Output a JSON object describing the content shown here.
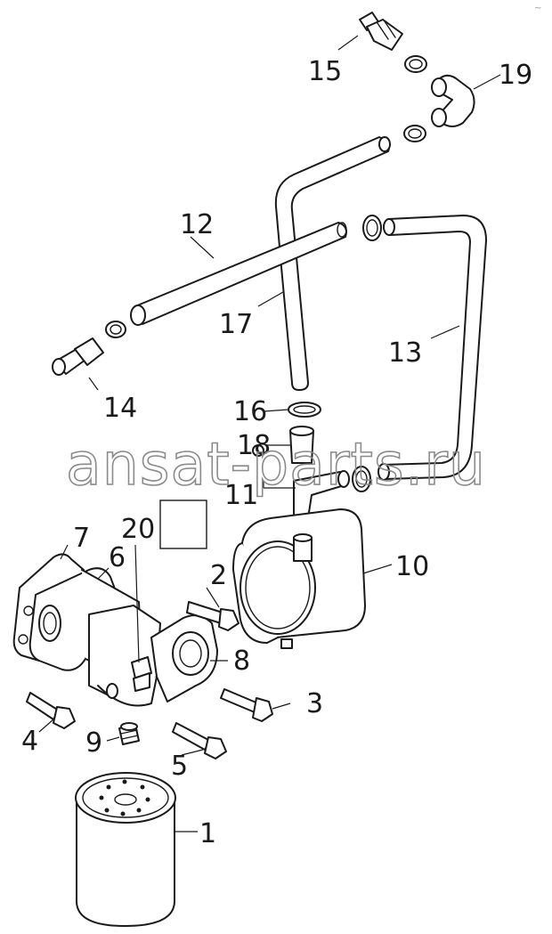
{
  "diagram": {
    "watermark": "ansat-parts.ru",
    "corner_mark": "~",
    "callouts": [
      {
        "id": "1",
        "label": "1"
      },
      {
        "id": "2",
        "label": "2"
      },
      {
        "id": "3",
        "label": "3"
      },
      {
        "id": "4",
        "label": "4"
      },
      {
        "id": "5",
        "label": "5"
      },
      {
        "id": "6",
        "label": "6"
      },
      {
        "id": "7",
        "label": "7"
      },
      {
        "id": "8",
        "label": "8"
      },
      {
        "id": "9",
        "label": "9"
      },
      {
        "id": "10",
        "label": "10"
      },
      {
        "id": "11",
        "label": "11"
      },
      {
        "id": "12",
        "label": "12"
      },
      {
        "id": "13",
        "label": "13"
      },
      {
        "id": "14",
        "label": "14"
      },
      {
        "id": "15",
        "label": "15"
      },
      {
        "id": "16",
        "label": "16"
      },
      {
        "id": "17",
        "label": "17"
      },
      {
        "id": "18",
        "label": "18"
      },
      {
        "id": "19",
        "label": "19"
      },
      {
        "id": "20",
        "label": "20"
      }
    ]
  }
}
